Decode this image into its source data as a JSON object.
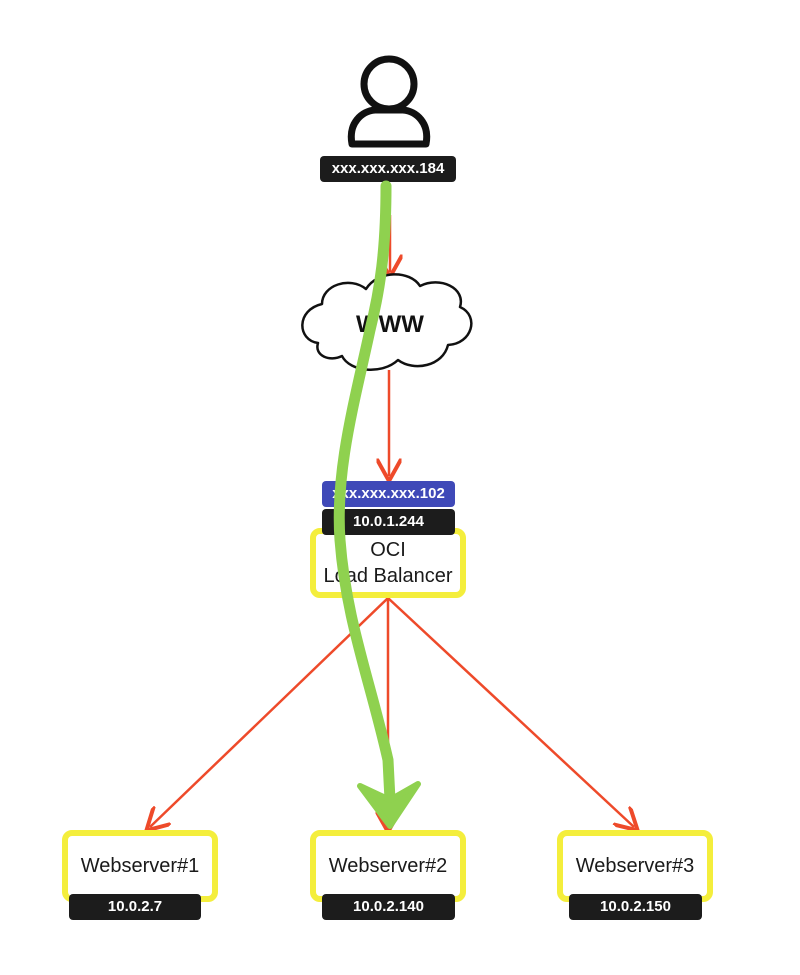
{
  "user": {
    "ip": "xxx.xxx.xxx.184",
    "icon": "user-icon"
  },
  "internet": {
    "label": "WWW",
    "icon": "cloud-icon"
  },
  "load_balancer": {
    "public_ip": "xxx.xxx.xxx.102",
    "private_ip": "10.0.1.244",
    "line1": "OCI",
    "line2": "Load Balancer"
  },
  "webservers": [
    {
      "name": "Webserver#1",
      "ip": "10.0.2.7"
    },
    {
      "name": "Webserver#2",
      "ip": "10.0.2.140"
    },
    {
      "name": "Webserver#3",
      "ip": "10.0.2.150"
    }
  ],
  "colors": {
    "connection": "#ee4a2a",
    "traffic_path": "#8fd14f",
    "box_border": "#f4ee3c",
    "public_ip_badge": "#3f49b8",
    "ip_badge": "#1c1c1c"
  }
}
